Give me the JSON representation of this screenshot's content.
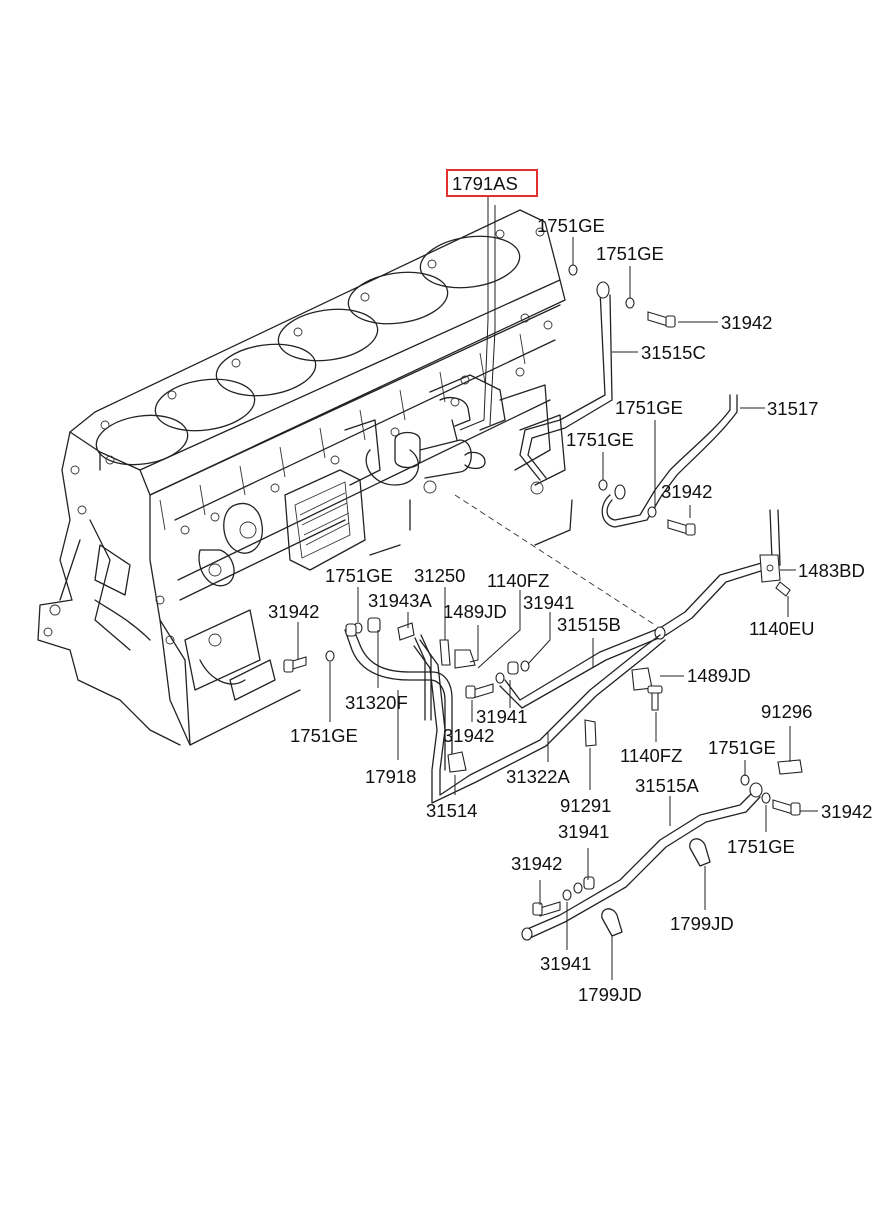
{
  "highlight": {
    "label": "1791AS",
    "color": "#e03030"
  },
  "labels": {
    "l01": "1751GE",
    "l02": "1751GE",
    "l03": "31942",
    "l04": "31515C",
    "l05": "1751GE",
    "l06": "31517",
    "l07": "1751GE",
    "l08": "31942",
    "l09": "1483BD",
    "l10": "1140EU",
    "l11": "1751GE",
    "l12": "31250",
    "l13": "1140FZ",
    "l14": "31943A",
    "l15": "1489JD",
    "l16": "31941",
    "l17": "31515B",
    "l18": "31942",
    "l19": "1489JD",
    "l20": "31320F",
    "l21": "31941",
    "l22": "1751GE",
    "l23": "31942",
    "l24": "1140FZ",
    "l25": "91296",
    "l26": "17918",
    "l27": "31322A",
    "l28": "31515A",
    "l29": "1751GE",
    "l30": "31942",
    "l31": "31514",
    "l32": "91291",
    "l33": "1751GE",
    "l34": "31941",
    "l35": "31942",
    "l36": "1799JD",
    "l37": "31941",
    "l38": "1799JD"
  }
}
